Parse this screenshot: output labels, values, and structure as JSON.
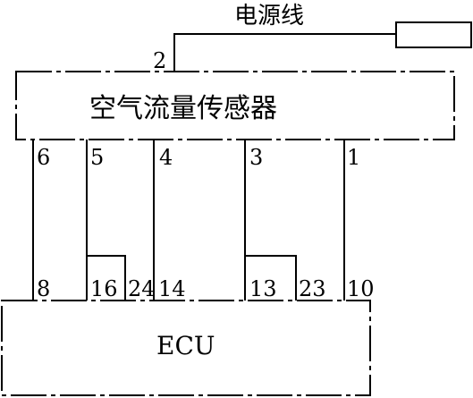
{
  "diagram": {
    "power_line_label": "电源线",
    "sensor_label": "空气流量传感器",
    "ecu_label": "ECU",
    "sensor_pins": {
      "p1": "1",
      "p2": "2",
      "p3": "3",
      "p4": "4",
      "p5": "5",
      "p6": "6"
    },
    "ecu_pins": {
      "p8": "8",
      "p16": "16",
      "p24": "24",
      "p14": "14",
      "p13": "13",
      "p23": "23",
      "p10": "10"
    }
  }
}
